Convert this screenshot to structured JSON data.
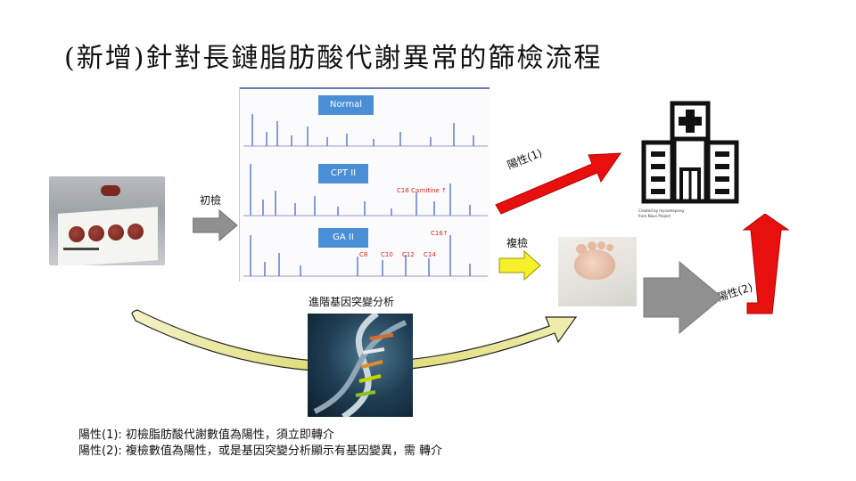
{
  "title": "(新增)針對長鏈脂肪酸代謝異常的篩檢流程",
  "labels": {
    "initial_screen": "初檢",
    "positive_1": "陽性(1)",
    "retest": "複檢",
    "positive_2": "陽性(2)",
    "advanced_gene": "進階基因突變分析"
  },
  "chromatogram": {
    "panels": [
      {
        "tag": "Normal"
      },
      {
        "tag": "CPT II",
        "annotation": "C16 Carnitine ↑"
      },
      {
        "tag": "GA II",
        "annotation": "C16↑",
        "peaks": [
          "C8",
          "C10",
          "C12",
          "C14"
        ]
      }
    ]
  },
  "hospital_credit": [
    "Created by mynamepong",
    "from Noun Project"
  ],
  "notes": [
    "陽性(1): 初檢脂肪酸代謝數值為陽性，須立即轉介",
    "陽性(2): 複檢數值為陽性，或是基因突變分析顯示有基因變異，需 轉介"
  ],
  "colors": {
    "gray_arrow": "#909090",
    "red_arrow": "#e8100e",
    "yellow_arrow": "#f5f02a",
    "tag_blue": "#4a8fd6",
    "curve_arrow": "#e6e27a"
  }
}
